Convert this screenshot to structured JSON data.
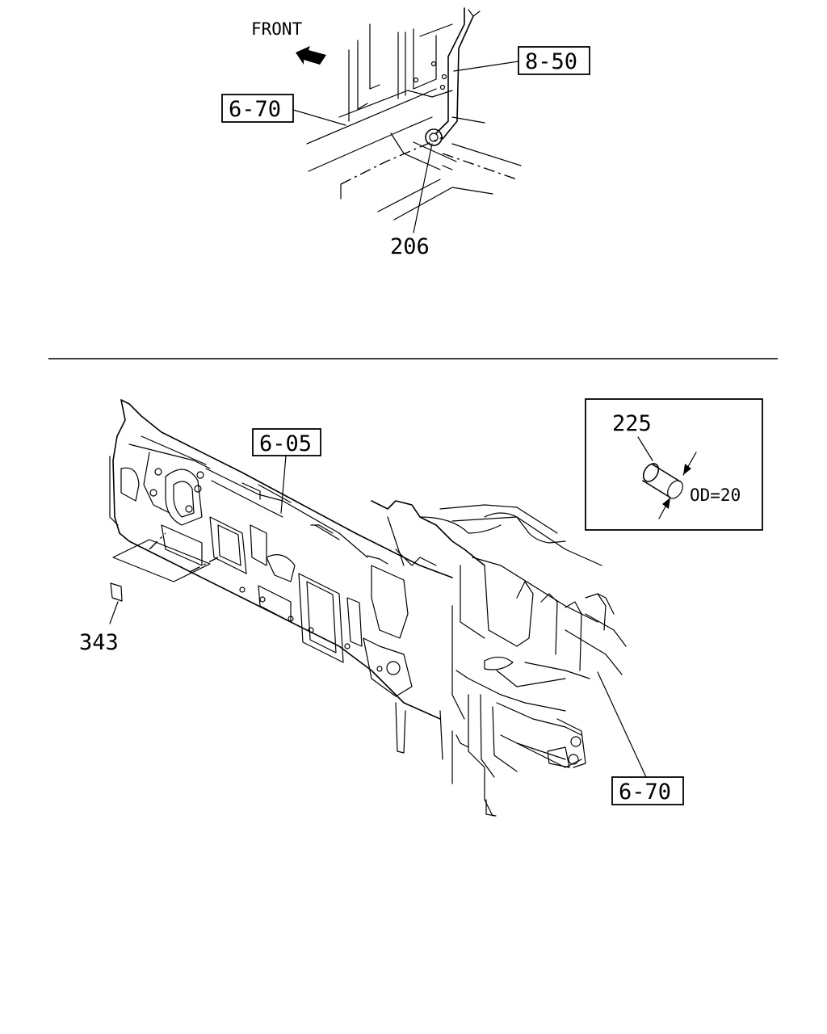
{
  "direction_label": "FRONT",
  "callouts": {
    "upper_ref_8_50": "8-50",
    "upper_ref_6_70": "6-70",
    "upper_part_206": "206",
    "lower_ref_6_05": "6-05",
    "lower_ref_6_70": "6-70",
    "lower_part_343": "343"
  },
  "detail_inset": {
    "part_number": "225",
    "dimension": "OD=20"
  }
}
